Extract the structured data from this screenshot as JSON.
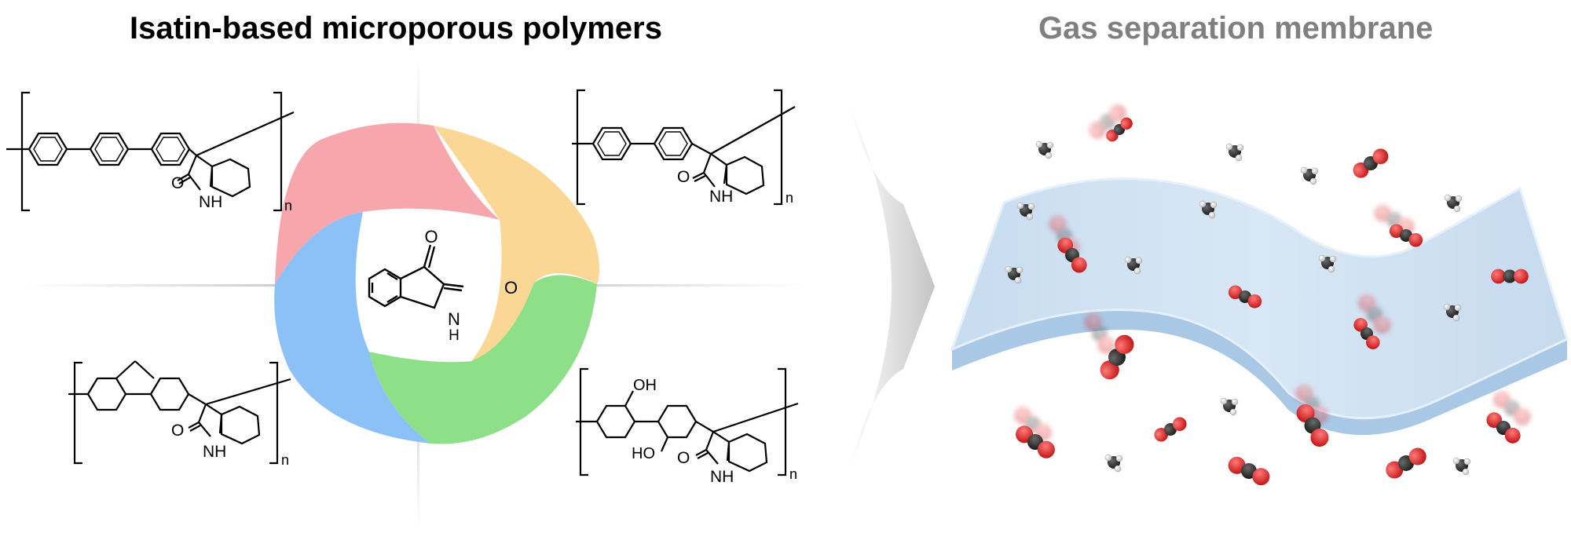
{
  "titles": {
    "left": "Isatin-based microporous polymers",
    "right": "Gas separation membrane"
  },
  "colors": {
    "pink_segment": "#f7a6ab",
    "yellow_segment": "#fbd796",
    "blue_segment": "#8cc1f7",
    "green_segment": "#8ddf88",
    "membrane_fill": "#cfe2f4",
    "membrane_edge": "#a9c8e6",
    "oxygen_atom": "#e02a2a",
    "carbon_atom": "#2f2f2f",
    "hydrogen_atom": "#f2f2f2"
  },
  "monomer_labels": {
    "carbonyl_o_top": "O",
    "carbonyl_o_right": "O",
    "nh": "N",
    "h": "H"
  },
  "polymers": {
    "top_left": {
      "co": "O",
      "nh": "NH",
      "n": "n"
    },
    "top_right": {
      "co": "O",
      "nh": "NH",
      "n": "n"
    },
    "bottom_left": {
      "co": "O",
      "nh": "NH",
      "n": "n"
    },
    "bottom_right": {
      "oh_top": "OH",
      "oh_bottom": "HO",
      "co": "O",
      "nh": "NH",
      "n": "n"
    }
  },
  "icons": {
    "arrow": "transition-arrow-icon",
    "co2": "co2-molecule-icon",
    "ch4": "methane-molecule-icon"
  }
}
